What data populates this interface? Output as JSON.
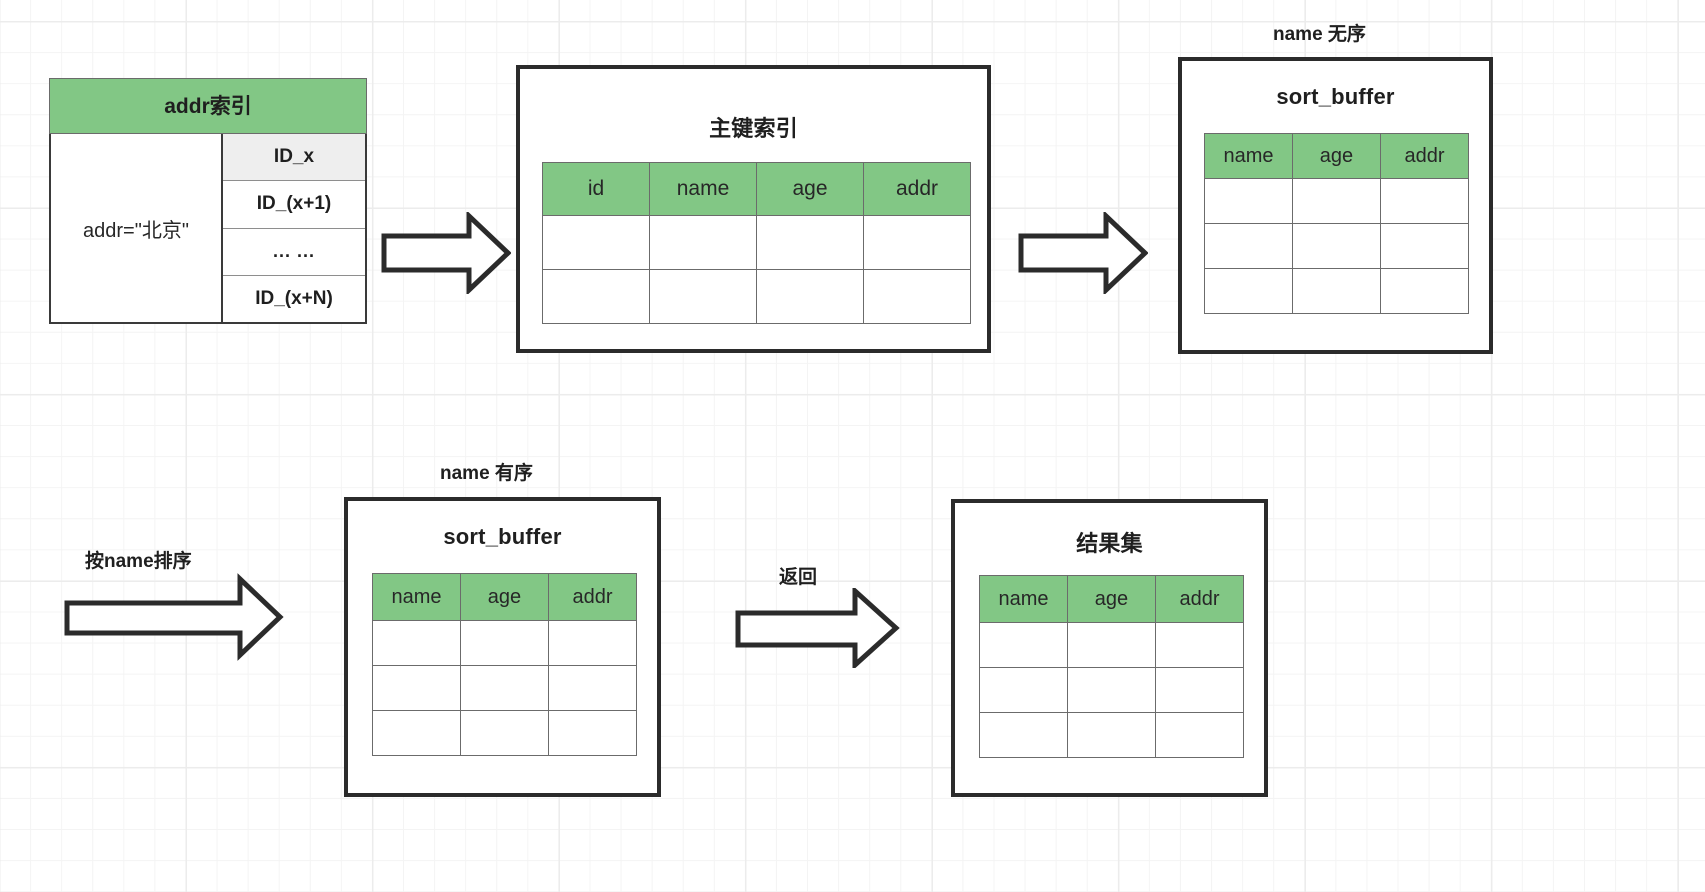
{
  "diagram": {
    "title_hidden": "MySQL order by sort_buffer flow",
    "colors": {
      "header_green": "#82c785",
      "panel_border": "#2b2b2b",
      "cell_border": "#6b6b6b",
      "highlight_gray": "#eeeeee",
      "text": "#1f1f1f",
      "grid_line": "#ececec"
    }
  },
  "addr_index": {
    "title": "addr索引",
    "key_label": "addr=\"北京\"",
    "ids": [
      {
        "label": "ID_x",
        "highlighted": true
      },
      {
        "label": "ID_(x+1)",
        "highlighted": false
      },
      {
        "label": "... ...",
        "highlighted": false
      },
      {
        "label": "ID_(x+N)",
        "highlighted": false
      }
    ]
  },
  "primary_index": {
    "title": "主键索引",
    "columns": [
      "id",
      "name",
      "age",
      "addr"
    ],
    "blank_rows": 2
  },
  "sort_buffer_unsorted": {
    "caption": "name 无序",
    "title": "sort_buffer",
    "columns": [
      "name",
      "age",
      "addr"
    ],
    "blank_rows": 3
  },
  "sort_buffer_sorted": {
    "caption": "name 有序",
    "title": "sort_buffer",
    "columns": [
      "name",
      "age",
      "addr"
    ],
    "blank_rows": 3
  },
  "result_set": {
    "title": "结果集",
    "columns": [
      "name",
      "age",
      "addr"
    ],
    "blank_rows": 3
  },
  "arrows": [
    {
      "name": "arrow-addr-to-primary",
      "label": ""
    },
    {
      "name": "arrow-primary-to-sortbuffer",
      "label": ""
    },
    {
      "name": "arrow-sort-by-name",
      "label": "按name排序"
    },
    {
      "name": "arrow-return",
      "label": "返回"
    }
  ]
}
